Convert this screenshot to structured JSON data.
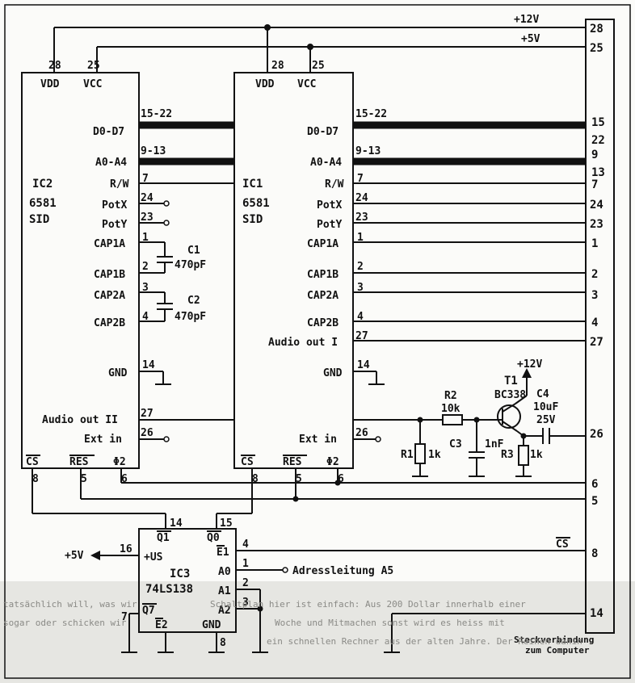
{
  "supply": {
    "plus12": "+12V",
    "plus5": "+5V",
    "pin28": "28",
    "pin25": "25"
  },
  "sid_ic2": {
    "name": "IC2",
    "part": "6581",
    "type": "SID",
    "vdd": "VDD",
    "vcc": "VCC",
    "pin_vdd": "28",
    "pin_vcc": "25",
    "data_bus": "D0-D7",
    "data_pins": "15-22",
    "addr_bus": "A0-A4",
    "addr_pins": "9-13",
    "rw": "R/W",
    "rw_pin": "7",
    "potx": "PotX",
    "potx_pin": "24",
    "poty": "PotY",
    "poty_pin": "23",
    "cap1a": "CAP1A",
    "cap1a_pin": "1",
    "cap1b": "CAP1B",
    "cap1b_pin": "2",
    "cap2a": "CAP2A",
    "cap2a_pin": "3",
    "cap2b": "CAP2B",
    "cap2b_pin": "4",
    "gnd": "GND",
    "gnd_pin": "14",
    "audio_out": "Audio out II",
    "audio_pin": "27",
    "ext_in": "Ext in",
    "ext_pin": "26",
    "cs": "CS",
    "cs_pin": "8",
    "res": "RES",
    "res_pin": "5",
    "phi2": "Φ2",
    "phi2_pin": "6"
  },
  "caps_ic2": {
    "c1": "C1",
    "c1_val": "470pF",
    "c2": "C2",
    "c2_val": "470pF"
  },
  "sid_ic1": {
    "name": "IC1",
    "part": "6581",
    "type": "SID",
    "vdd": "VDD",
    "vcc": "VCC",
    "pin_vdd": "28",
    "pin_vcc": "25",
    "data_bus": "D0-D7",
    "data_pins": "15-22",
    "addr_bus": "A0-A4",
    "addr_pins": "9-13",
    "rw": "R/W",
    "rw_pin": "7",
    "potx": "PotX",
    "potx_pin": "24",
    "poty": "PotY",
    "poty_pin": "23",
    "cap1a": "CAP1A",
    "cap1a_pin": "1",
    "cap1b": "CAP1B",
    "cap1b_pin": "2",
    "cap2a": "CAP2A",
    "cap2a_pin": "3",
    "cap2b": "CAP2B",
    "cap2b_pin": "4",
    "audio_out": "Audio out I",
    "audio_pin": "27",
    "gnd": "GND",
    "gnd_pin": "14",
    "ext_in": "Ext in",
    "ext_pin": "26",
    "cs": "CS",
    "cs_pin": "8",
    "res": "RES",
    "res_pin": "5",
    "phi2": "Φ2",
    "phi2_pin": "6"
  },
  "amp": {
    "supply": "+12V",
    "t1": "T1",
    "t1_part": "BC338",
    "r2": "R2",
    "r2_val": "10k",
    "r1": "R1",
    "r1_val": "1k",
    "r3": "R3",
    "r3_val": "1k",
    "c3": "C3",
    "c3_val": "1nF",
    "c4": "C4",
    "c4_val": "10uF",
    "c4_volt": "25V"
  },
  "decoder": {
    "name": "IC3",
    "part": "74LS138",
    "q1": "Q1",
    "q1_pin": "14",
    "q0": "Q0",
    "q0_pin": "15",
    "vs": "+US",
    "vs_pin": "16",
    "plus5": "+5V",
    "e1": "E1",
    "e1_pin": "4",
    "a0": "A0",
    "a0_pin": "1",
    "a1": "A1",
    "a1_pin": "2",
    "a2": "A2",
    "a2_pin": "3",
    "q7": "Q7",
    "q7_pin": "7",
    "e2": "E2",
    "gnd": "GND",
    "gnd_pin": "8",
    "addr_line": "Adressleitung A5",
    "cs_label": "CS"
  },
  "connector": {
    "pins": [
      "28",
      "25",
      "15",
      "22",
      "9",
      "13",
      "7",
      "24",
      "23",
      "1",
      "2",
      "3",
      "4",
      "27",
      "26",
      "6",
      "5",
      "8",
      "14"
    ],
    "title1": "Steckverbindung",
    "title2": "zum Computer"
  },
  "background_text": {
    "line1": "Schaltplan hier ist einfach: Aus 200 Dollar innerhalb einer",
    "line2": "Woche und Mitmachen sonst wird es heiss mit",
    "line3": "ein schnellen Rechner aus der alten Jahre. Der Reihen dahin",
    "right1": "tatsächlich will, was wir",
    "right2": "sogar oder schicken wir"
  }
}
